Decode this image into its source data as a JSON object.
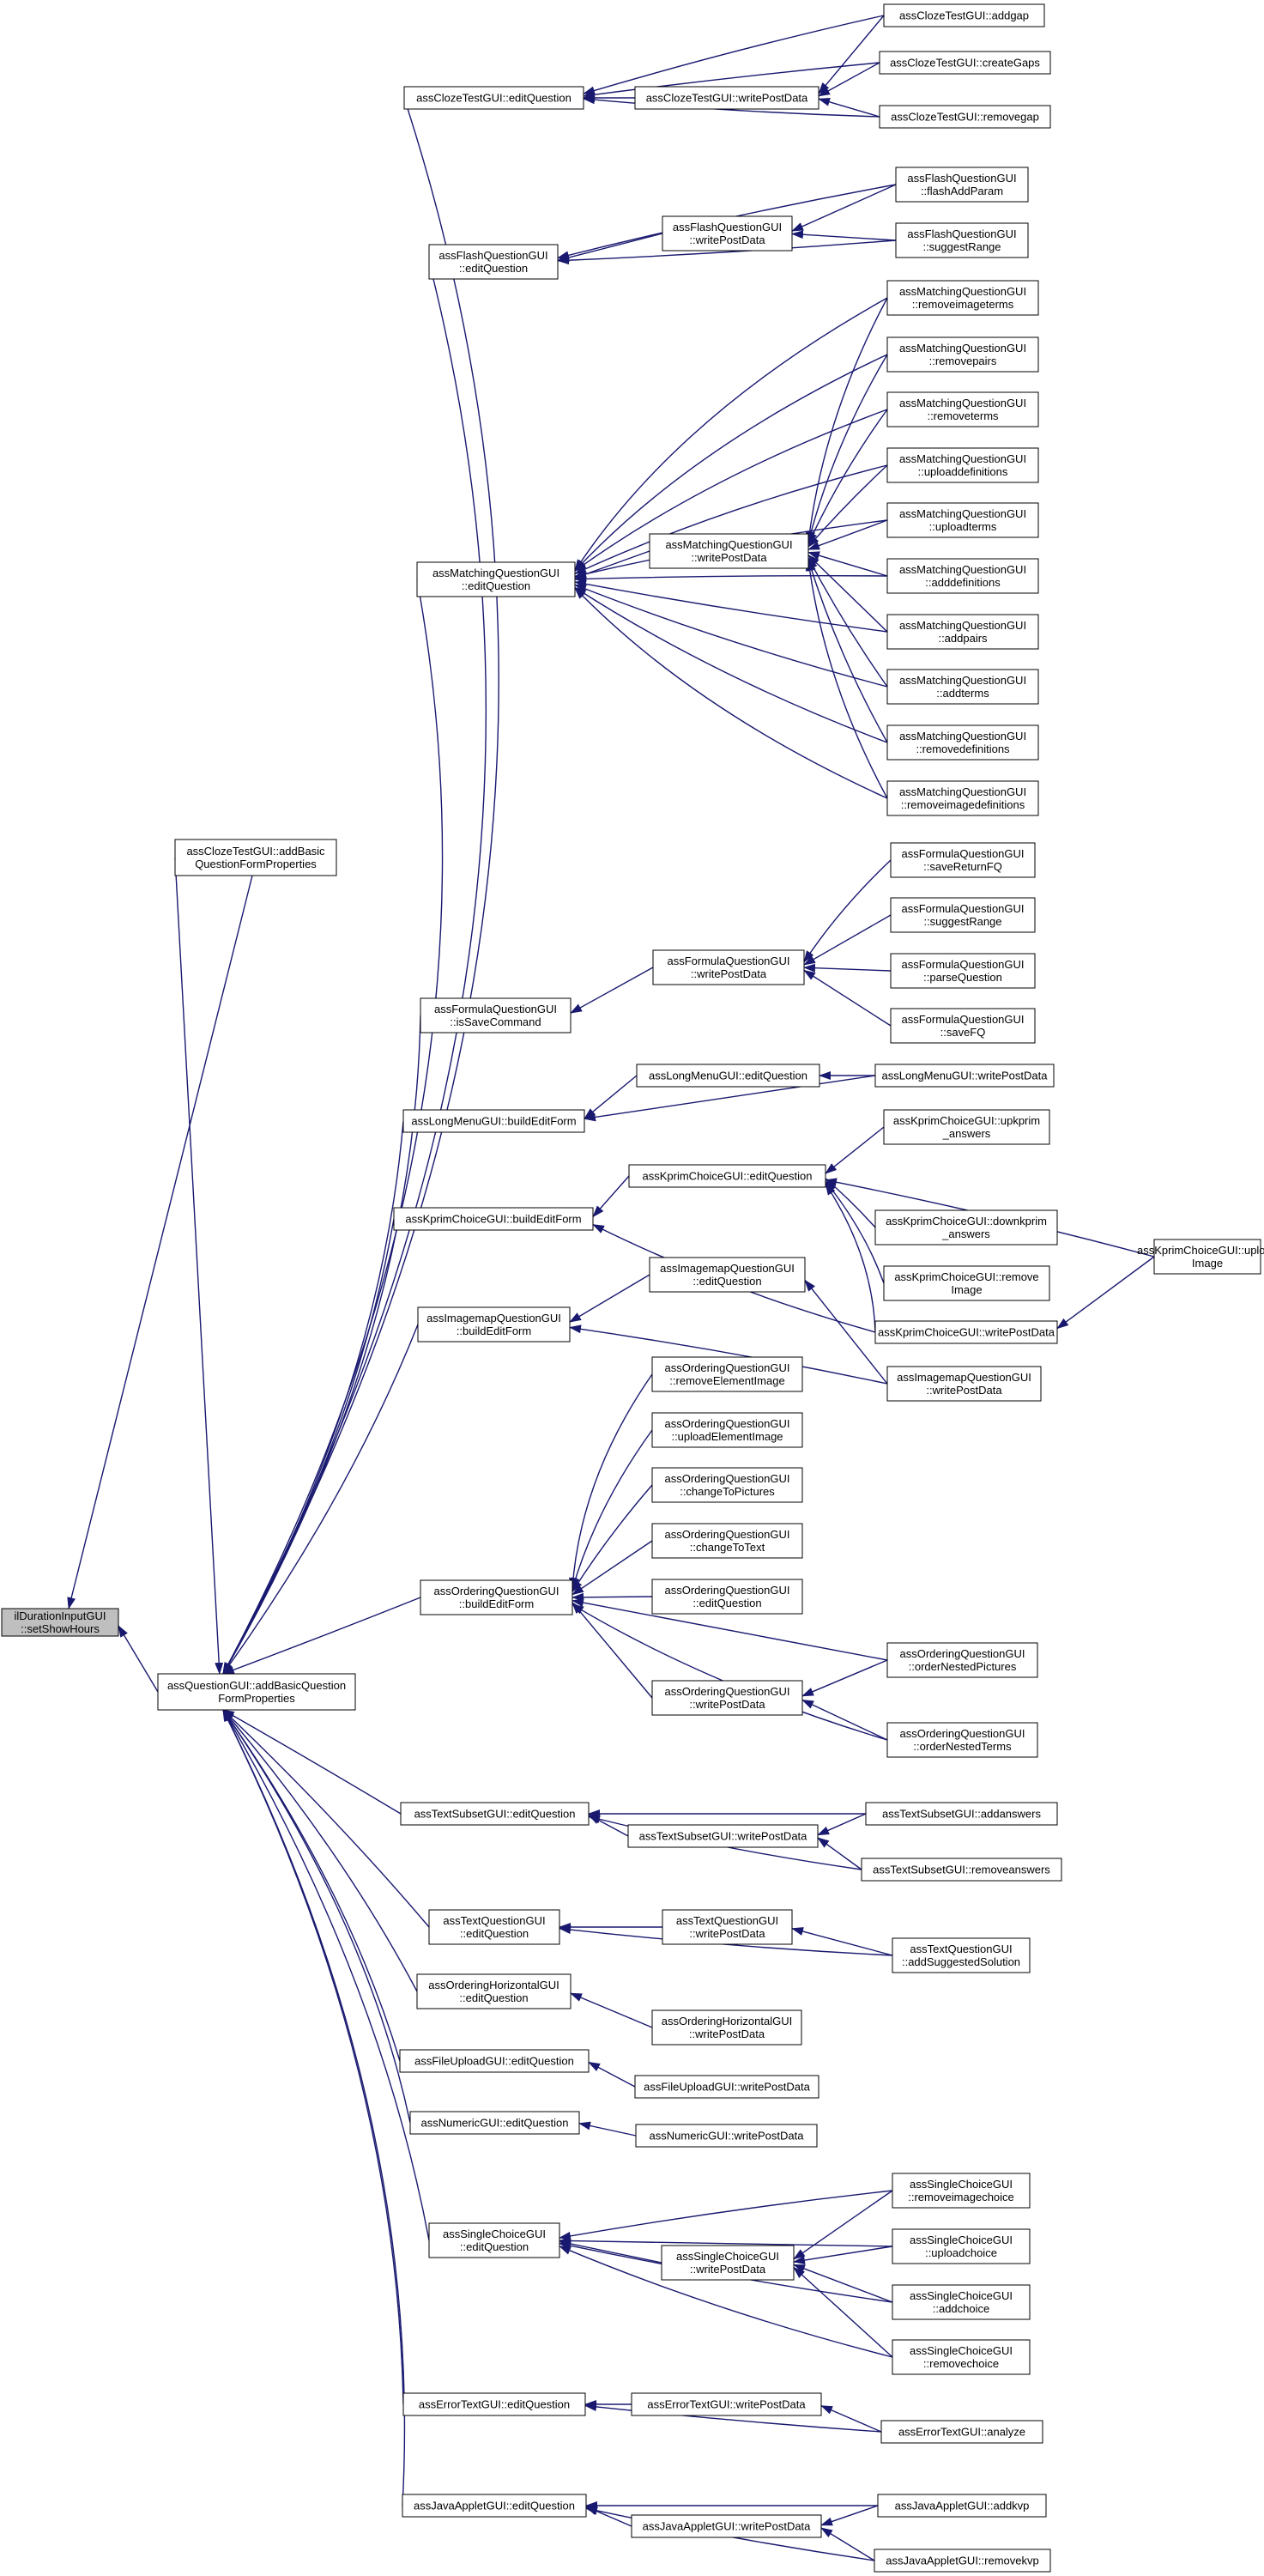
{
  "colors": {
    "edge": "#191970",
    "node_border": "#000000",
    "node_fill": "#ffffff",
    "root_fill": "#bfbfbf",
    "text": "#000000"
  },
  "nodes": {
    "root": {
      "label": [
        "ilDurationInputGUI",
        "::setShowHours"
      ]
    },
    "qbase": {
      "label": [
        "assQuestionGUI::addBasicQuestion",
        "FormProperties"
      ]
    },
    "cloze_basic": {
      "label": [
        "assClozeTestGUI::addBasic",
        "QuestionFormProperties"
      ]
    },
    "cloze_edit": {
      "label": [
        "assClozeTestGUI::editQuestion"
      ]
    },
    "cloze_wpd": {
      "label": [
        "assClozeTestGUI::writePostData"
      ]
    },
    "cloze_addgap": {
      "label": [
        "assClozeTestGUI::addgap"
      ]
    },
    "cloze_create": {
      "label": [
        "assClozeTestGUI::createGaps"
      ]
    },
    "cloze_remove": {
      "label": [
        "assClozeTestGUI::removegap"
      ]
    },
    "flash_edit": {
      "label": [
        "assFlashQuestionGUI",
        "::editQuestion"
      ]
    },
    "flash_wpd": {
      "label": [
        "assFlashQuestionGUI",
        "::writePostData"
      ]
    },
    "flash_add": {
      "label": [
        "assFlashQuestionGUI",
        "::flashAddParam"
      ]
    },
    "flash_sugg": {
      "label": [
        "assFlashQuestionGUI",
        "::suggestRange"
      ]
    },
    "match_edit": {
      "label": [
        "assMatchingQuestionGUI",
        "::editQuestion"
      ]
    },
    "match_wpd": {
      "label": [
        "assMatchingQuestionGUI",
        "::writePostData"
      ]
    },
    "m_rit": {
      "label": [
        "assMatchingQuestionGUI",
        "::removeimageterms"
      ]
    },
    "m_rp": {
      "label": [
        "assMatchingQuestionGUI",
        "::removepairs"
      ]
    },
    "m_rt": {
      "label": [
        "assMatchingQuestionGUI",
        "::removeterms"
      ]
    },
    "m_ud": {
      "label": [
        "assMatchingQuestionGUI",
        "::uploaddefinitions"
      ]
    },
    "m_ut": {
      "label": [
        "assMatchingQuestionGUI",
        "::uploadterms"
      ]
    },
    "m_ad": {
      "label": [
        "assMatchingQuestionGUI",
        "::adddefinitions"
      ]
    },
    "m_ap": {
      "label": [
        "assMatchingQuestionGUI",
        "::addpairs"
      ]
    },
    "m_at": {
      "label": [
        "assMatchingQuestionGUI",
        "::addterms"
      ]
    },
    "m_rd": {
      "label": [
        "assMatchingQuestionGUI",
        "::removedefinitions"
      ]
    },
    "m_rid": {
      "label": [
        "assMatchingQuestionGUI",
        "::removeimagedefinitions"
      ]
    },
    "form_save": {
      "label": [
        "assFormulaQuestionGUI",
        "::isSaveCommand"
      ]
    },
    "form_wpd": {
      "label": [
        "assFormulaQuestionGUI",
        "::writePostData"
      ]
    },
    "f_srfq": {
      "label": [
        "assFormulaQuestionGUI",
        "::saveReturnFQ"
      ]
    },
    "f_sr": {
      "label": [
        "assFormulaQuestionGUI",
        "::suggestRange"
      ]
    },
    "f_pq": {
      "label": [
        "assFormulaQuestionGUI",
        "::parseQuestion"
      ]
    },
    "f_sfq": {
      "label": [
        "assFormulaQuestionGUI",
        "::saveFQ"
      ]
    },
    "lm_bef": {
      "label": [
        "assLongMenuGUI::buildEditForm"
      ]
    },
    "lm_edit": {
      "label": [
        "assLongMenuGUI::editQuestion"
      ]
    },
    "lm_wpd": {
      "label": [
        "assLongMenuGUI::writePostData"
      ]
    },
    "kp_bef": {
      "label": [
        "assKprimChoiceGUI::buildEditForm"
      ]
    },
    "kp_edit": {
      "label": [
        "assKprimChoiceGUI::editQuestion"
      ]
    },
    "kp_up": {
      "label": [
        "assKprimChoiceGUI::upkprim",
        "_answers"
      ]
    },
    "kp_down": {
      "label": [
        "assKprimChoiceGUI::downkprim",
        "_answers"
      ]
    },
    "kp_rimg": {
      "label": [
        "assKprimChoiceGUI::remove",
        "Image"
      ]
    },
    "kp_wpd": {
      "label": [
        "assKprimChoiceGUI::writePostData"
      ]
    },
    "kp_uimg": {
      "label": [
        "assKprimChoiceGUI::upload",
        "Image"
      ]
    },
    "im_bef": {
      "label": [
        "assImagemapQuestionGUI",
        "::buildEditForm"
      ]
    },
    "im_edit": {
      "label": [
        "assImagemapQuestionGUI",
        "::editQuestion"
      ]
    },
    "im_wpd": {
      "label": [
        "assImagemapQuestionGUI",
        "::writePostData"
      ]
    },
    "ord_bef": {
      "label": [
        "assOrderingQuestionGUI",
        "::buildEditForm"
      ]
    },
    "o_rei": {
      "label": [
        "assOrderingQuestionGUI",
        "::removeElementImage"
      ]
    },
    "o_uei": {
      "label": [
        "assOrderingQuestionGUI",
        "::uploadElementImage"
      ]
    },
    "o_ctp": {
      "label": [
        "assOrderingQuestionGUI",
        "::changeToPictures"
      ]
    },
    "o_ctt": {
      "label": [
        "assOrderingQuestionGUI",
        "::changeToText"
      ]
    },
    "o_edit": {
      "label": [
        "assOrderingQuestionGUI",
        "::editQuestion"
      ]
    },
    "o_onp": {
      "label": [
        "assOrderingQuestionGUI",
        "::orderNestedPictures"
      ]
    },
    "o_wpd": {
      "label": [
        "assOrderingQuestionGUI",
        "::writePostData"
      ]
    },
    "o_ont": {
      "label": [
        "assOrderingQuestionGUI",
        "::orderNestedTerms"
      ]
    },
    "ts_edit": {
      "label": [
        "assTextSubsetGUI::editQuestion"
      ]
    },
    "ts_wpd": {
      "label": [
        "assTextSubsetGUI::writePostData"
      ]
    },
    "ts_add": {
      "label": [
        "assTextSubsetGUI::addanswers"
      ]
    },
    "ts_rem": {
      "label": [
        "assTextSubsetGUI::removeanswers"
      ]
    },
    "tq_edit": {
      "label": [
        "assTextQuestionGUI",
        "::editQuestion"
      ]
    },
    "tq_wpd": {
      "label": [
        "assTextQuestionGUI",
        "::writePostData"
      ]
    },
    "tq_add": {
      "label": [
        "assTextQuestionGUI",
        "::addSuggestedSolution"
      ]
    },
    "oh_edit": {
      "label": [
        "assOrderingHorizontalGUI",
        "::editQuestion"
      ]
    },
    "oh_wpd": {
      "label": [
        "assOrderingHorizontalGUI",
        "::writePostData"
      ]
    },
    "fu_edit": {
      "label": [
        "assFileUploadGUI::editQuestion"
      ]
    },
    "fu_wpd": {
      "label": [
        "assFileUploadGUI::writePostData"
      ]
    },
    "num_edit": {
      "label": [
        "assNumericGUI::editQuestion"
      ]
    },
    "num_wpd": {
      "label": [
        "assNumericGUI::writePostData"
      ]
    },
    "sc_edit": {
      "label": [
        "assSingleChoiceGUI",
        "::editQuestion"
      ]
    },
    "sc_wpd": {
      "label": [
        "assSingleChoiceGUI",
        "::writePostData"
      ]
    },
    "sc_ric": {
      "label": [
        "assSingleChoiceGUI",
        "::removeimagechoice"
      ]
    },
    "sc_uc": {
      "label": [
        "assSingleChoiceGUI",
        "::uploadchoice"
      ]
    },
    "sc_ac": {
      "label": [
        "assSingleChoiceGUI",
        "::addchoice"
      ]
    },
    "sc_rc": {
      "label": [
        "assSingleChoiceGUI",
        "::removechoice"
      ]
    },
    "et_edit": {
      "label": [
        "assErrorTextGUI::editQuestion"
      ]
    },
    "et_wpd": {
      "label": [
        "assErrorTextGUI::writePostData"
      ]
    },
    "et_an": {
      "label": [
        "assErrorTextGUI::analyze"
      ]
    },
    "ja_edit": {
      "label": [
        "assJavaAppletGUI::editQuestion"
      ]
    },
    "ja_wpd": {
      "label": [
        "assJavaAppletGUI::writePostData"
      ]
    },
    "ja_add": {
      "label": [
        "assJavaAppletGUI::addkvp"
      ]
    },
    "ja_rem": {
      "label": [
        "assJavaAppletGUI::removekvp"
      ]
    }
  }
}
